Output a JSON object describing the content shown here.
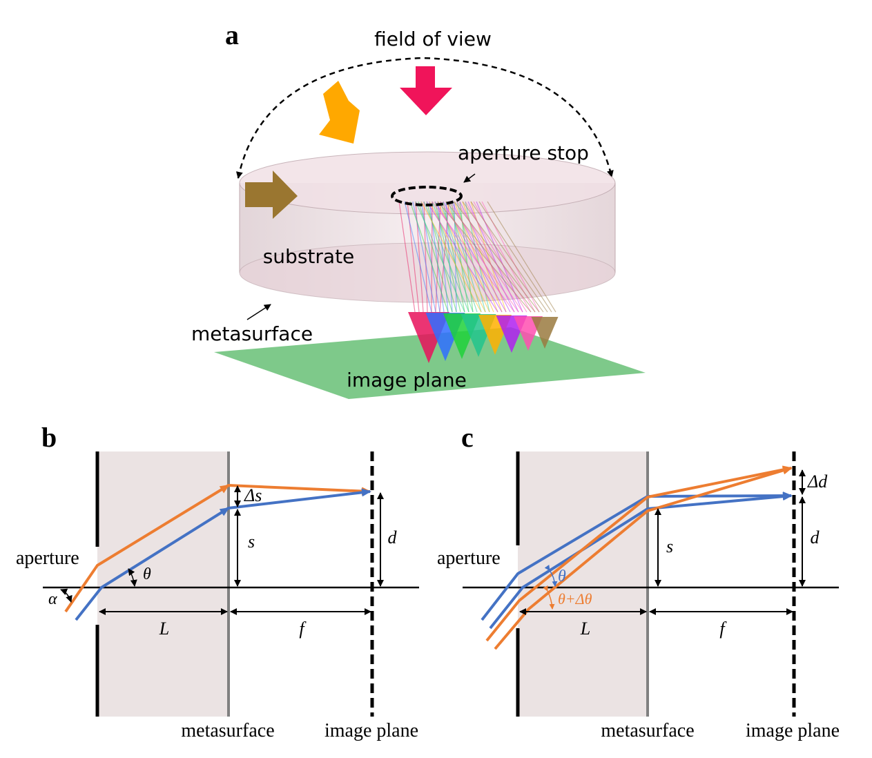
{
  "panels": {
    "a": {
      "letter": "a",
      "labels": {
        "field_of_view": "field of view",
        "aperture_stop": "aperture stop",
        "substrate": "substrate",
        "metasurface": "metasurface",
        "image_plane": "image plane"
      },
      "colors": {
        "arrow_red": "#f0145a",
        "arrow_orange": "#ffa800",
        "arrow_brown": "#9a7630",
        "image_plane": "#7ec98a",
        "substrate": "#ecd6dc"
      },
      "focal_cone_colors": [
        "#e8105a",
        "#2f6fff",
        "#1fd13a",
        "#22c48c",
        "#ffb000",
        "#b020f0",
        "#ff4fb0",
        "#9a7a40"
      ]
    },
    "b": {
      "letter": "b",
      "labels": {
        "aperture": "aperture",
        "metasurface": "metasurface",
        "image_plane": "image plane",
        "L": "L",
        "f": "f",
        "s": "s",
        "delta_s": "Δs",
        "d": "d",
        "theta": "θ",
        "alpha": "α"
      }
    },
    "c": {
      "letter": "c",
      "labels": {
        "aperture": "aperture",
        "metasurface": "metasurface",
        "image_plane": "image plane",
        "L": "L",
        "f": "f",
        "s": "s",
        "d": "d",
        "delta_d": "Δd",
        "theta": "θ",
        "theta_plus": "θ+Δθ"
      }
    }
  },
  "colors": {
    "ray_orange": "#ed7d31",
    "ray_blue": "#4472c4",
    "substrate_fill": "#ebe3e3",
    "metasurface_line": "#808080"
  }
}
